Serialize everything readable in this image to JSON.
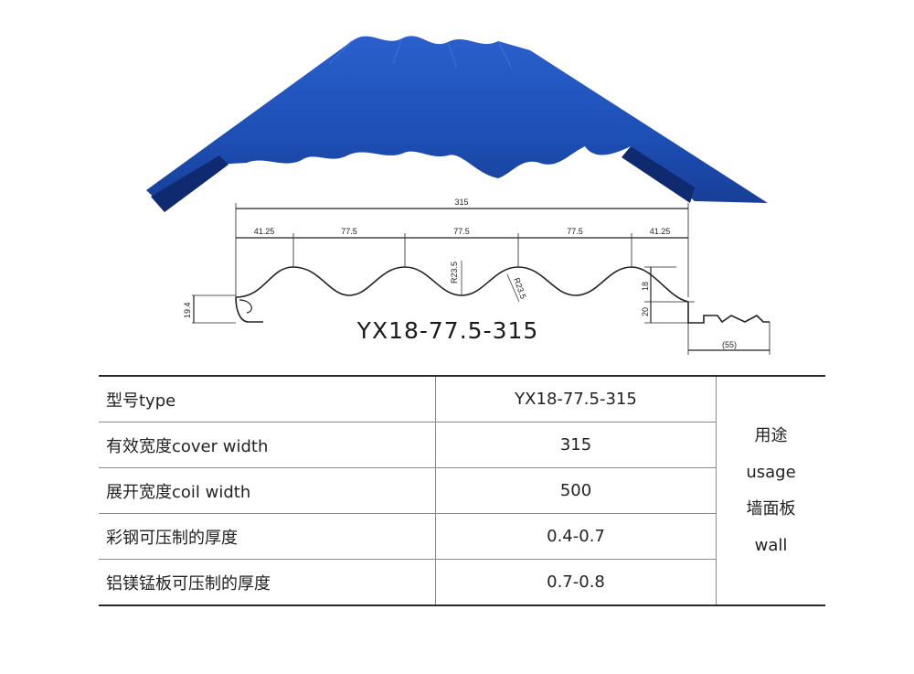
{
  "drawing": {
    "model_label": "YX18-77.5-315",
    "dimensions": {
      "total_width": "315",
      "edge_left": "41.25",
      "pitch_1": "77.5",
      "pitch_2": "77.5",
      "pitch_3": "77.5",
      "edge_right": "41.25",
      "radius_top": "R23.5",
      "radius_bottom": "R23.5",
      "left_height": "19.4",
      "right_upper": "18",
      "right_lower": "20",
      "hook_width": "(55)"
    },
    "colors": {
      "panel_blue": "#1d4fb5",
      "panel_dark": "#0f2a6e",
      "line": "#222222"
    }
  },
  "table": {
    "rows": [
      {
        "label": "型号type",
        "value": "YX18-77.5-315"
      },
      {
        "label": "有效宽度cover width",
        "value": "315"
      },
      {
        "label": "展开宽度coil width",
        "value": "500"
      },
      {
        "label": "彩钢可压制的厚度",
        "value": "0.4-0.7"
      },
      {
        "label": "铝镁锰板可压制的厚度",
        "value": "0.7-0.8"
      }
    ],
    "usage": {
      "title_cn": "用途",
      "title_en": "usage",
      "value_cn": "墙面板",
      "value_en": "wall"
    }
  }
}
